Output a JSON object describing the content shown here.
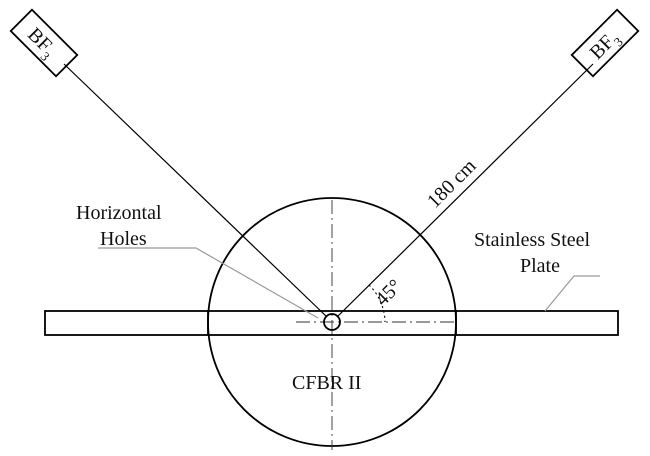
{
  "detectors": {
    "left": {
      "text": "BF",
      "subscript": "3"
    },
    "right": {
      "text": "BF",
      "subscript": "3"
    }
  },
  "labels": {
    "distance": "180 cm",
    "horizontal_holes_line1": "Horizontal",
    "horizontal_holes_line2": "Holes",
    "plate_line1": "Stainless Steel",
    "plate_line2": "Plate",
    "angle": "45°",
    "reactor": "CFBR II"
  }
}
